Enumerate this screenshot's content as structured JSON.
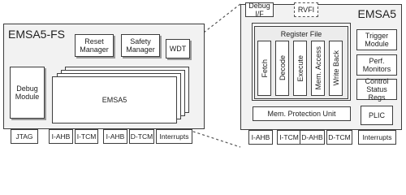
{
  "left_subsystem": {
    "title": "EMSA5-FS",
    "reset_manager": "Reset\nManager",
    "safety_manager": "Safety\nManager",
    "wdt": "WDT",
    "debug_module": "Debug\nModule",
    "core_label": "EMSA5",
    "interfaces": [
      "JTAG",
      "I-AHB",
      "I-TCM",
      "I-AHB",
      "D-TCM",
      "Interrupts"
    ]
  },
  "right_core": {
    "title": "EMSA5",
    "debug_if": "Debug I/F",
    "rvfi": "RVFI",
    "register_file": "Register File",
    "pipeline": [
      "Fetch",
      "Decode",
      "Execute",
      "Mem. Access",
      "Write Back"
    ],
    "mem_protection_unit": "Mem. Protection Unit",
    "side_blocks": [
      "Trigger\nModule",
      "Perf.\nMonitors",
      "Control\nStatus Regs",
      "PLIC"
    ],
    "interfaces": [
      "I-AHB",
      "I-TCM",
      "D-AHB",
      "D-TCM",
      "Interrupts"
    ]
  }
}
